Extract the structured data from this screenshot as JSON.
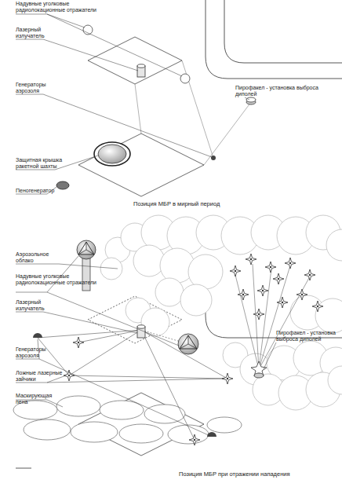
{
  "diagram": {
    "labels": [
      "Надувные уголковые радиолокационные отражатели",
      "Лазерный излучатель",
      "Генераторы аэрозоля",
      "Пирофакел - установка выброса диполей",
      "Защитная крышка ракетной шахты",
      "Пеногенератор",
      "Позиция МБР в мирный период",
      "Аэрозольное облако",
      "Надувные уголковые радиолокационные отражатели",
      "Лазерный излучатель",
      "Пирофакел - установка выброса диполей",
      "Генераторы аэрозоля",
      "Ложные лазерные зайчики",
      "Маскирующая пена",
      "Позиция МБР при отражении нападения"
    ]
  }
}
